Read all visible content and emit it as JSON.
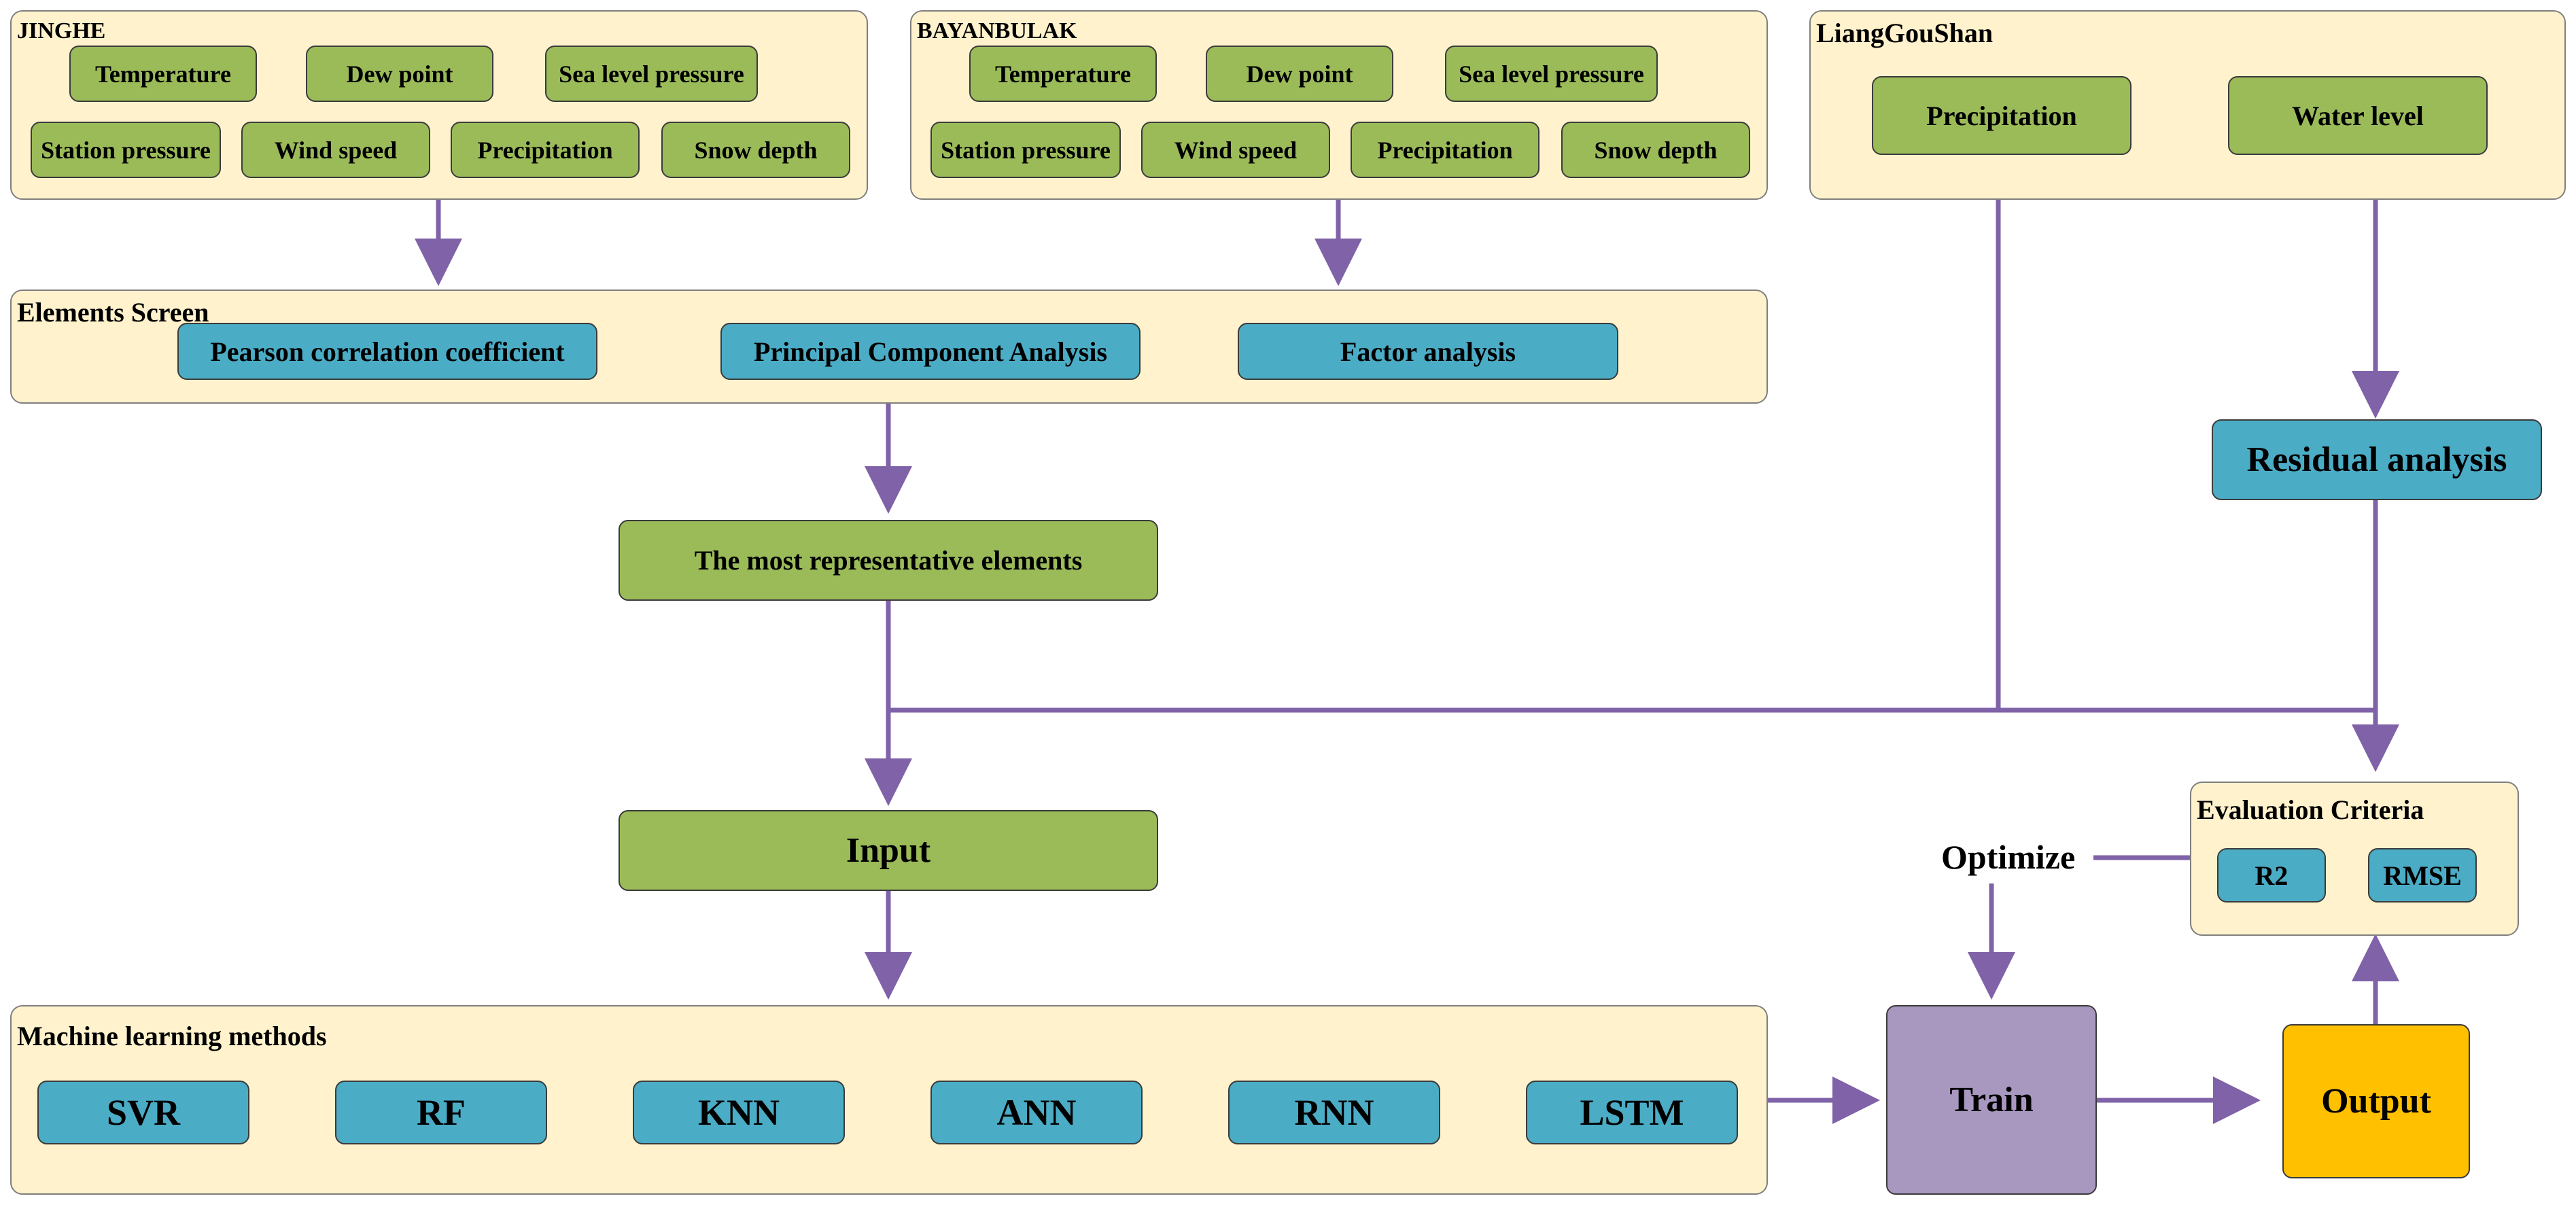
{
  "colors": {
    "panel": "#fff2cc",
    "green": "#9bbb59",
    "blue": "#4bacc6",
    "purple": "#a898c0",
    "gold": "#ffc000",
    "arrow": "#7f62a8"
  },
  "jinghe": {
    "title": "JINGHE",
    "items": [
      "Temperature",
      "Dew point",
      "Sea level pressure",
      "Station pressure",
      "Wind speed",
      "Precipitation",
      "Snow depth"
    ]
  },
  "bayanbulak": {
    "title": "BAYANBULAK",
    "items": [
      "Temperature",
      "Dew point",
      "Sea level pressure",
      "Station pressure",
      "Wind speed",
      "Precipitation",
      "Snow depth"
    ]
  },
  "lianggoushan": {
    "title": "LiangGouShan",
    "items": [
      "Precipitation",
      "Water level"
    ]
  },
  "elements_screen": {
    "title": "Elements Screen",
    "methods": [
      "Pearson correlation coefficient",
      "Principal Component Analysis",
      "Factor analysis"
    ]
  },
  "representative": "The most representative elements",
  "residual": "Residual analysis",
  "input": "Input",
  "optimize": "Optimize",
  "evaluation": {
    "title": "Evaluation Criteria",
    "metrics": [
      "R2",
      "RMSE"
    ]
  },
  "ml": {
    "title": "Machine learning methods",
    "methods": [
      "SVR",
      "RF",
      "KNN",
      "ANN",
      "RNN",
      "LSTM"
    ]
  },
  "train": "Train",
  "output": "Output"
}
